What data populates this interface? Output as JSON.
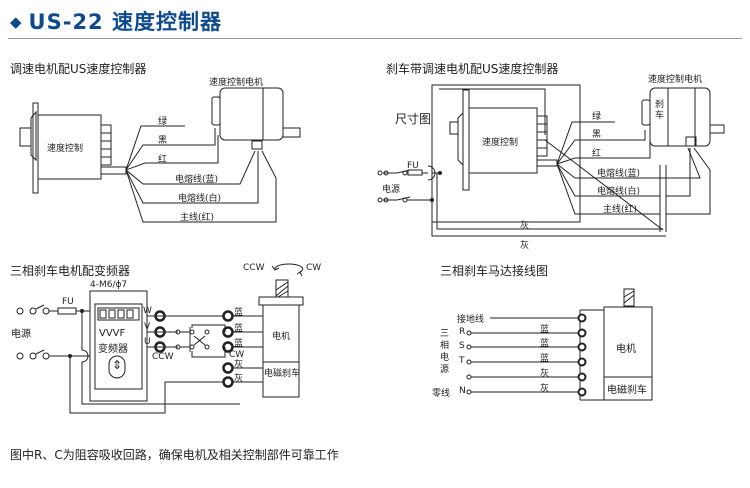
{
  "header": {
    "icon": "diamond",
    "title": "US-22 速度控制器"
  },
  "diagrams": {
    "d1": {
      "title": "调速电机配US速度控制器",
      "motor_label": "速度控制电机",
      "controller_label": "速度控制",
      "wires": [
        "绿",
        "黑",
        "红",
        "电熔线(蓝)",
        "电熔线(白)",
        "主线(红)"
      ]
    },
    "d2": {
      "title": "刹车带调速电机配US速度控制器",
      "motor_label": "速度控制电机",
      "brake_label": "刹车",
      "dim_label": "尺寸图",
      "controller_label": "速度控制",
      "fuse_label": "FU",
      "power_label": "电源",
      "wires": [
        "绿",
        "黑",
        "红",
        "电熔线(蓝)",
        "电熔线(白)",
        "主线(红)"
      ],
      "gray_wires": [
        "灰",
        "灰"
      ]
    },
    "d3": {
      "title": "三相刹车电机配变频器",
      "mount_label": "4-M6/ϕ7",
      "fuse_label": "FU",
      "power_label": "电源",
      "inverter_label_1": "VVVF",
      "inverter_label_2": "变频器",
      "terminals": [
        "W",
        "V",
        "U"
      ],
      "ccw_label": "CCW",
      "cw_label": "CW",
      "rotation_ccw": "CCW",
      "rotation_cw": "CW",
      "motor_wires": [
        "蓝",
        "蓝",
        "蓝",
        "灰",
        "灰"
      ],
      "motor_label": "电机",
      "brake_label": "电磁刹车"
    },
    "d4": {
      "title": "三相刹车马达接线图",
      "ground_label": "接地线",
      "phase_label": "三相电源",
      "terminals": [
        "R",
        "S",
        "T",
        "",
        "N"
      ],
      "neutral_label": "零线",
      "wires": [
        "蓝",
        "蓝",
        "蓝",
        "灰",
        "灰"
      ],
      "motor_label": "电机",
      "brake_label": "电磁刹车"
    }
  },
  "footer": {
    "note": "图中R、C为阻容吸收回路，确保电机及相关控制部件可靠工作"
  }
}
